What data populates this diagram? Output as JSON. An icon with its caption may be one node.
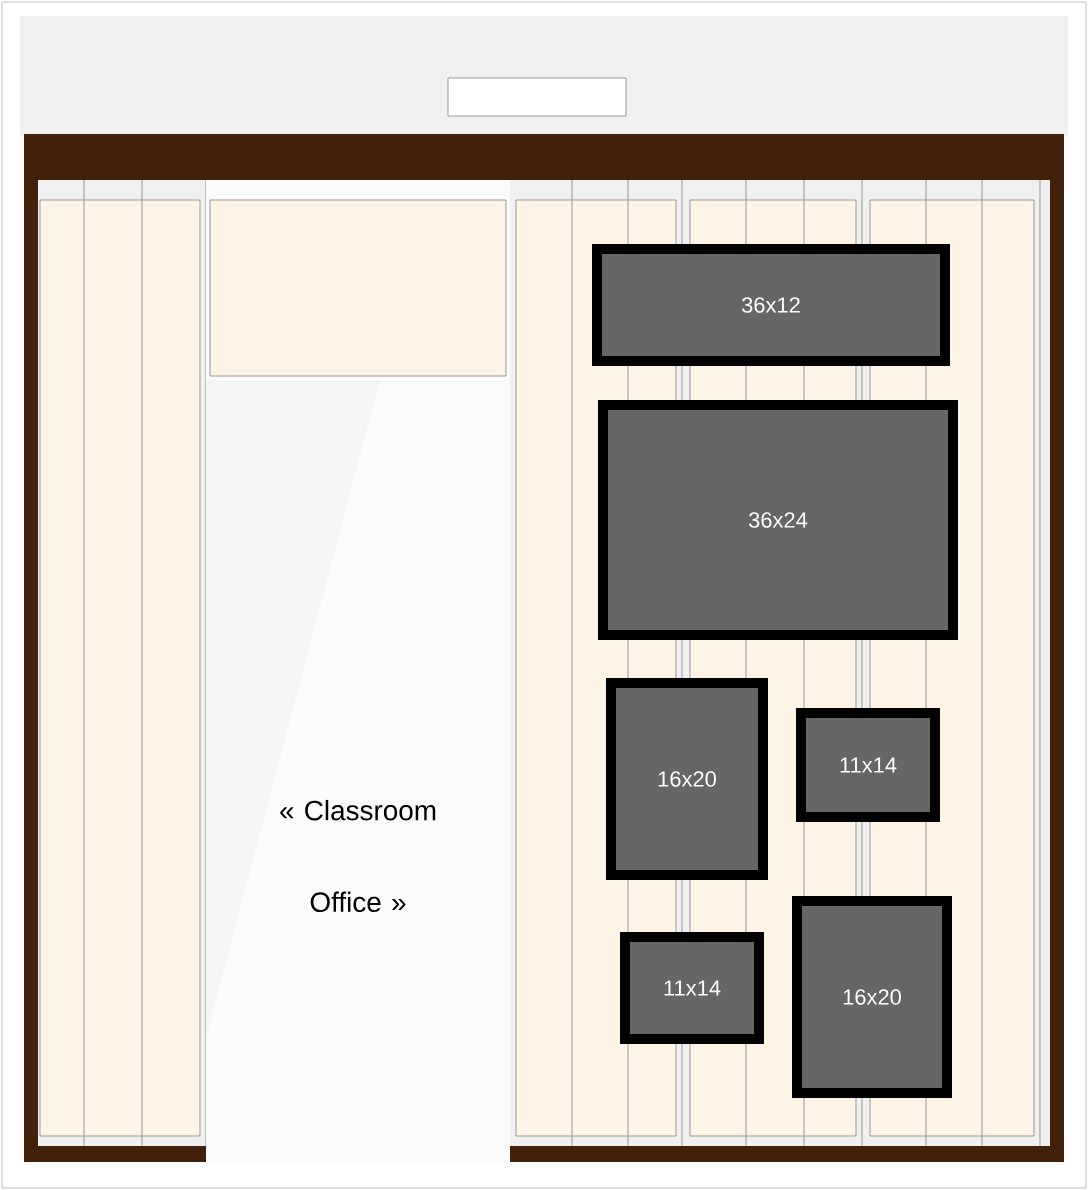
{
  "diagram": {
    "nodes": [
      {
        "text": [
          "« Classroom Office »"
        ]
      },
      {
        "text": [
          "36x12"
        ]
      },
      {
        "text": [
          "36x24"
        ]
      },
      {
        "text": [
          "16x20"
        ]
      },
      {
        "text": [
          "11x14"
        ]
      },
      {
        "text": [
          "11x14"
        ]
      },
      {
        "text": [
          "16x20"
        ]
      }
    ]
  }
}
